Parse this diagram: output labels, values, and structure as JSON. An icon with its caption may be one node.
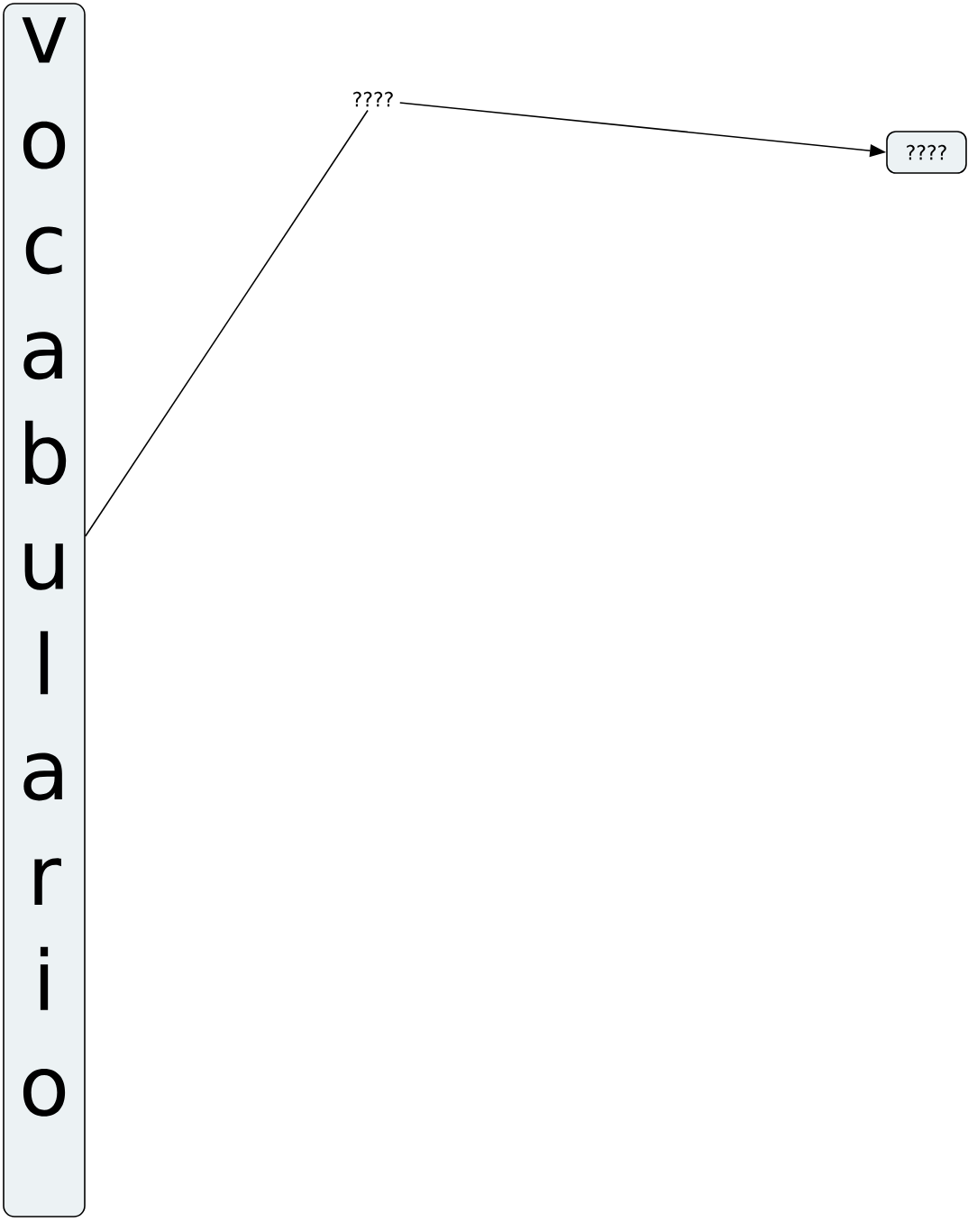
{
  "diagram": {
    "nodes": [
      {
        "text": [
          "v o c a b u l a r i o"
        ]
      },
      {
        "text": [
          "????"
        ]
      },
      {
        "text": [
          "????"
        ]
      }
    ],
    "edges": [
      {
        "from": 0,
        "to": 1,
        "arrow": "none"
      },
      {
        "from": 1,
        "to": 2,
        "arrow": "to"
      }
    ]
  }
}
